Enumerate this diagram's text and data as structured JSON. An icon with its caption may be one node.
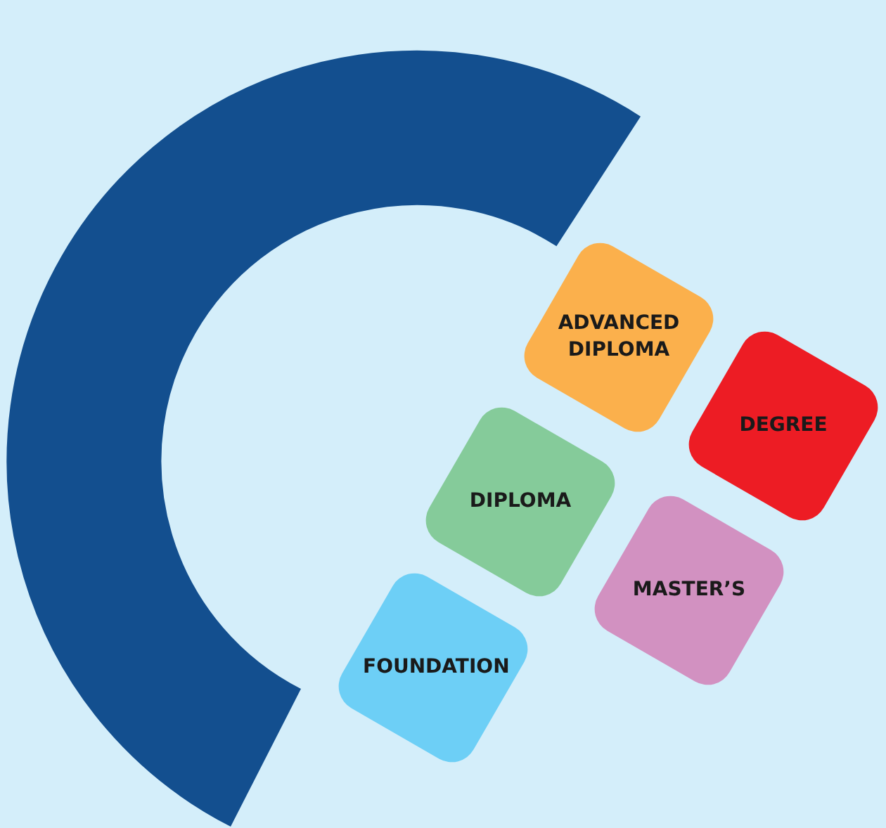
{
  "diagram": {
    "nodes": [
      {
        "text": [
          "ADVANCED DIPLOMA"
        ]
      },
      {
        "text": [
          "DEGREE"
        ]
      },
      {
        "text": [
          "DIPLOMA"
        ]
      },
      {
        "text": [
          "MASTER’S"
        ]
      },
      {
        "text": [
          "FOUNDATION"
        ]
      }
    ]
  }
}
